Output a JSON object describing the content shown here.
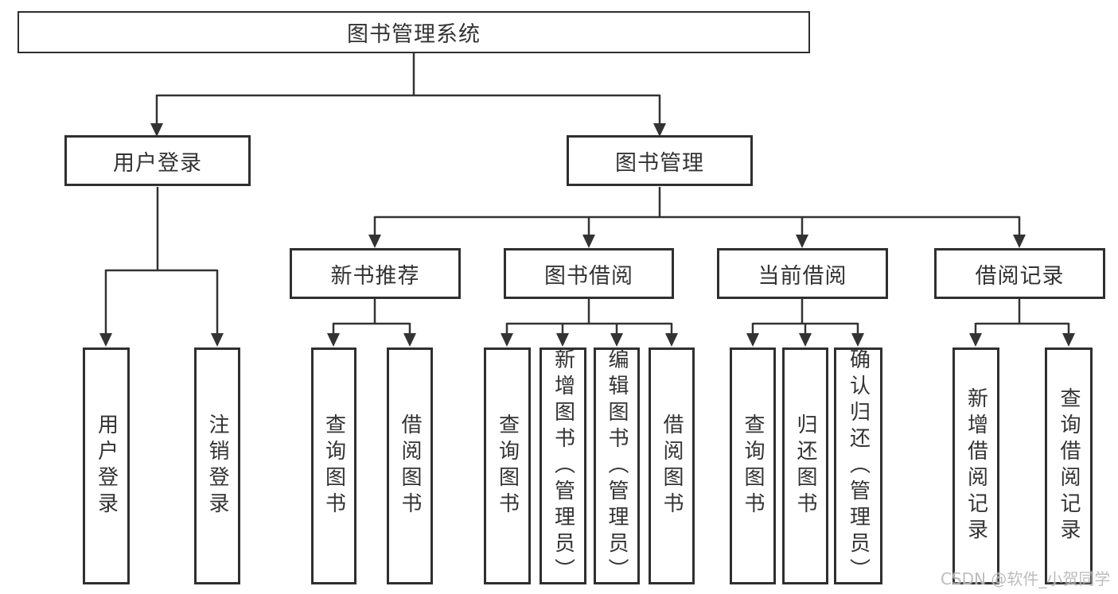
{
  "diagram": {
    "type": "hierarchy-tree",
    "title": "图书管理系统",
    "nodes": {
      "root": "图书管理系统",
      "user_login": "用户登录",
      "book_management": "图书管理",
      "new_book_recommend": "新书推荐",
      "book_borrow": "图书借阅",
      "current_borrow": "当前借阅",
      "borrow_record": "借阅记录",
      "leaf_user_login": "用户登录",
      "leaf_logout": "注销登录",
      "leaf_rec_query_book": "查询图书",
      "leaf_rec_borrow_book": "借阅图书",
      "leaf_bb_query_book": "查询图书",
      "leaf_bb_add_book": "新增图书（管理员）",
      "leaf_bb_edit_book": "编辑图书（管理员）",
      "leaf_bb_borrow_book": "借阅图书",
      "leaf_cb_query_book": "查询图书",
      "leaf_cb_return_book": "归还图书",
      "leaf_cb_confirm_return": "确认归还（管理员）",
      "leaf_br_add_record": "新增借阅记录",
      "leaf_br_query_record": "查询借阅记录"
    },
    "hierarchy": {
      "图书管理系统": {
        "用户登录": [
          "用户登录",
          "注销登录"
        ],
        "图书管理": {
          "新书推荐": [
            "查询图书",
            "借阅图书"
          ],
          "图书借阅": [
            "查询图书",
            "新增图书（管理员）",
            "编辑图书（管理员）",
            "借阅图书"
          ],
          "当前借阅": [
            "查询图书",
            "归还图书",
            "确认归还（管理员）"
          ],
          "借阅记录": [
            "新增借阅记录",
            "查询借阅记录"
          ]
        }
      }
    },
    "colors": {
      "line": "#333333",
      "box_border": "#2f2f2f",
      "box_fill": "#ffffff",
      "text": "#333333",
      "background": "#ffffff",
      "watermark": "#acacac"
    }
  },
  "watermark": "CSDN @软件_小贺同学"
}
